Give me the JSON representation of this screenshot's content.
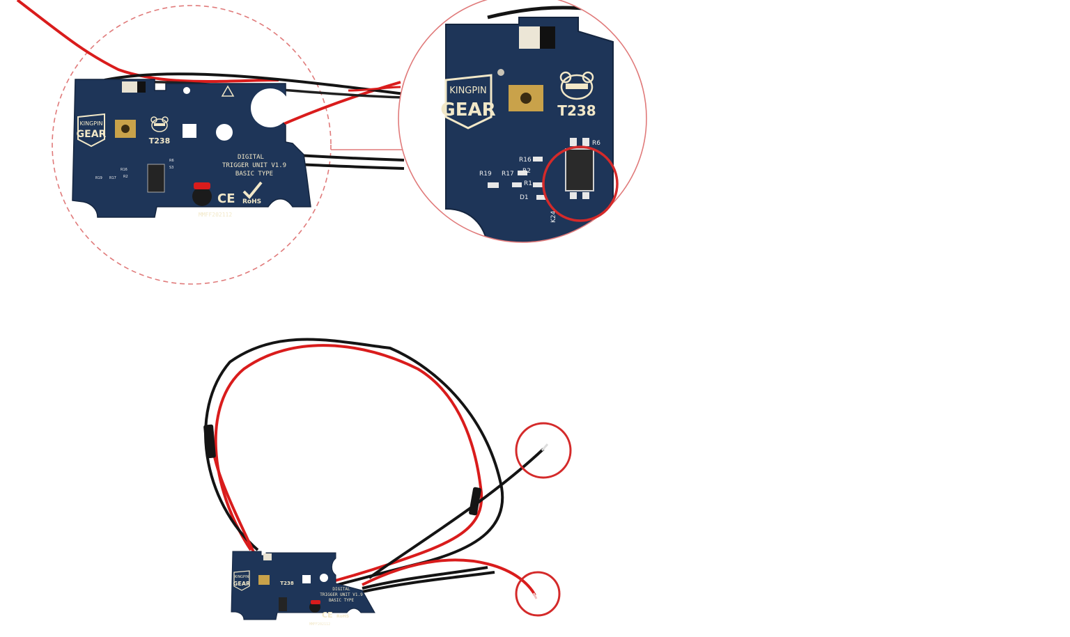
{
  "board": {
    "brand_line1": "KINGPIN",
    "brand_line2": "GEAR",
    "model_logo": "T238",
    "title_line1": "DIGITAL",
    "title_line2": "TRIGGER UNIT V1.9",
    "title_line3": "BASIC TYPE",
    "ce_mark": "CE",
    "rohs_mark": "RoHS",
    "serial": "MMFF202112",
    "components": {
      "r19": "R19",
      "r17": "R17",
      "r16": "R16",
      "r2": "R2",
      "r1": "R1",
      "r6": "R6",
      "s3": "S3",
      "d1": "D1",
      "k24": "K24"
    }
  },
  "colors": {
    "pcb_blue": "#1e3558",
    "pcb_dark": "#14253f",
    "silk": "#f2e8c8",
    "wire_red": "#d91c1c",
    "wire_black": "#141414",
    "highlight_red": "#d42a2a",
    "dashed_circle": "#e07a7a",
    "gold_pad": "#c9a24a"
  },
  "icons": [
    "bear-mascot-icon",
    "ce-mark-icon",
    "checkmark-icon",
    "esd-warning-icon"
  ]
}
